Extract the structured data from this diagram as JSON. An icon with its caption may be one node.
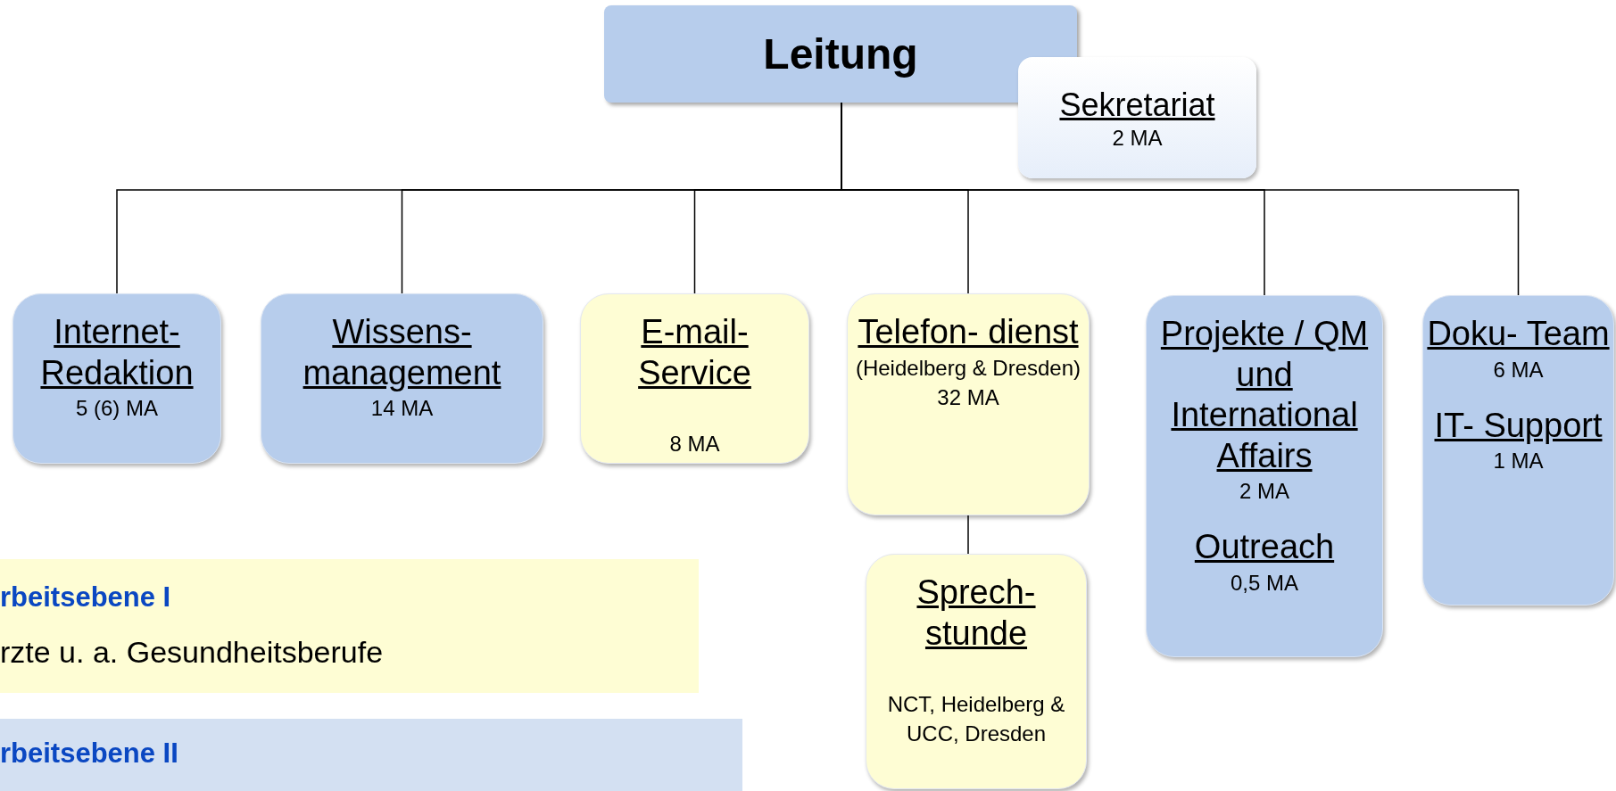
{
  "diagram": {
    "nodes": [
      {
        "text": [
          "Leitung"
        ]
      },
      {
        "text": [
          "Sekretariat",
          "2 MA"
        ]
      },
      {
        "text": [
          "Internet- Redaktion",
          "5 (6) MA"
        ]
      },
      {
        "text": [
          "Wissens- management",
          "14 MA"
        ]
      },
      {
        "text": [
          "E-mail- Service",
          "8 MA"
        ]
      },
      {
        "text": [
          "Telefon- dienst",
          "(Heidelberg & Dresden)",
          "32 MA"
        ]
      },
      {
        "text": [
          "Sprech- stunde",
          "NCT, Heidelberg & UCC, Dresden"
        ]
      },
      {
        "text": [
          "Projekte / QM und International Affairs",
          "2 MA",
          "Outreach",
          "0,5 MA"
        ]
      },
      {
        "text": [
          "Doku- Team",
          "6 MA",
          "IT- Support",
          "1 MA"
        ]
      },
      {
        "text": [
          "rbeitsebene I",
          "rzte u. a. Gesundheitsberufe"
        ]
      },
      {
        "text": [
          "rbeitsebene II"
        ]
      }
    ],
    "edges": [
      {
        "from": 0,
        "to": 2,
        "arrow": "none"
      },
      {
        "from": 0,
        "to": 3,
        "arrow": "none"
      },
      {
        "from": 0,
        "to": 4,
        "arrow": "none"
      },
      {
        "from": 0,
        "to": 5,
        "arrow": "none"
      },
      {
        "from": 0,
        "to": 7,
        "arrow": "none"
      },
      {
        "from": 0,
        "to": 8,
        "arrow": "none"
      },
      {
        "from": 5,
        "to": 6,
        "arrow": "none"
      }
    ]
  }
}
